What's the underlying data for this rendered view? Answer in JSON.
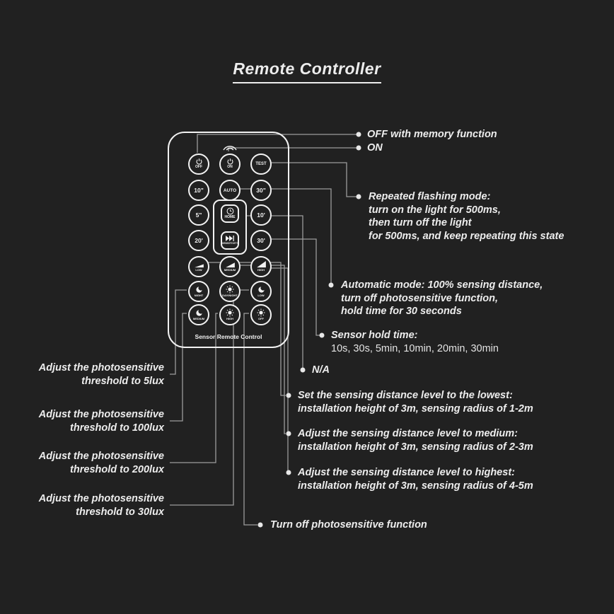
{
  "page_title": "Remote Controller",
  "colors": {
    "background": "#212121",
    "text": "#ededed",
    "line": "#9c9c9c",
    "device_outline": "#f2f2f2"
  },
  "remote": {
    "footer": "Sensor Remote Control",
    "buttons": {
      "off": "OFF",
      "on": "ON",
      "test": "TEST",
      "t10s": "10\"",
      "auto": "AUTO",
      "t30s": "30\"",
      "t5m": "5\"",
      "home": "HOME",
      "t10m": "10'",
      "t20m": "20'",
      "sensitivity": "SENSITIVITY",
      "t30m": "30'",
      "low": "LOW",
      "medium": "MEDIUM",
      "high": "HIGH",
      "night": "NIGHT",
      "daynight": "DAY/NIGHT",
      "low2": "LOW",
      "medium2": "MEDIUM",
      "high2": "HIGH",
      "off2": "OFF"
    },
    "icons": {
      "off": "power-icon",
      "on": "power-icon",
      "on_top": "signal-arcs-icon",
      "home": "clock-icon",
      "sensitivity": "fast-forward-icon",
      "low": "ramp-low-icon",
      "medium": "ramp-medium-icon",
      "high": "ramp-high-icon",
      "night": "moon-icon",
      "daynight": "sun-icon",
      "low2": "moon-icon",
      "medium2": "moon-icon",
      "high2": "sun-icon",
      "off2": "sun-icon"
    }
  },
  "annotations_right": [
    {
      "lines": [
        "OFF with memory function"
      ]
    },
    {
      "lines": [
        "ON"
      ]
    },
    {
      "lines": [
        "Repeated flashing mode:",
        "turn on the light for 500ms,",
        "then turn off the light",
        "for 500ms, and keep repeating this state"
      ]
    },
    {
      "lines": [
        "Automatic mode: 100% sensing distance,",
        "turn off photosensitive function,",
        "hold time for 30 seconds"
      ]
    },
    {
      "title": "Sensor hold time:",
      "values": "10s, 30s, 5min, 10min, 20min, 30min"
    },
    {
      "lines": [
        "N/A"
      ]
    },
    {
      "lines": [
        "Set the sensing distance level to the lowest:",
        "installation height of 3m, sensing radius of 1-2m"
      ]
    },
    {
      "lines": [
        "Adjust the sensing distance level to medium:",
        "installation height of 3m, sensing radius of 2-3m"
      ]
    },
    {
      "lines": [
        "Adjust the sensing distance level to highest:",
        "installation height of 3m, sensing radius of 4-5m"
      ]
    },
    {
      "lines": [
        "Turn off photosensitive function"
      ]
    }
  ],
  "annotations_left": [
    {
      "lines": [
        "Adjust the photosensitive",
        "threshold to 5lux"
      ]
    },
    {
      "lines": [
        "Adjust the photosensitive",
        "threshold to 100lux"
      ]
    },
    {
      "lines": [
        "Adjust the photosensitive",
        "threshold to 200lux"
      ]
    },
    {
      "lines": [
        "Adjust the photosensitive",
        "threshold to 30lux"
      ]
    }
  ]
}
